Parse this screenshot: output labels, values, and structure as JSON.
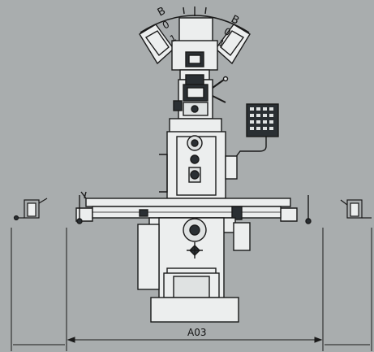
{
  "figure": {
    "background": "#a9adae",
    "line_color": "#1a1a1a",
    "panel_color": "#e9ecec",
    "display_dark": "#2a2f33",
    "dimension_label": "A03",
    "swivel_left": {
      "letter": "B",
      "value_top": "0",
      "value_bottom": "1"
    },
    "swivel_right": {
      "letter": "B",
      "value_top": "0",
      "value_bottom": "1"
    }
  }
}
